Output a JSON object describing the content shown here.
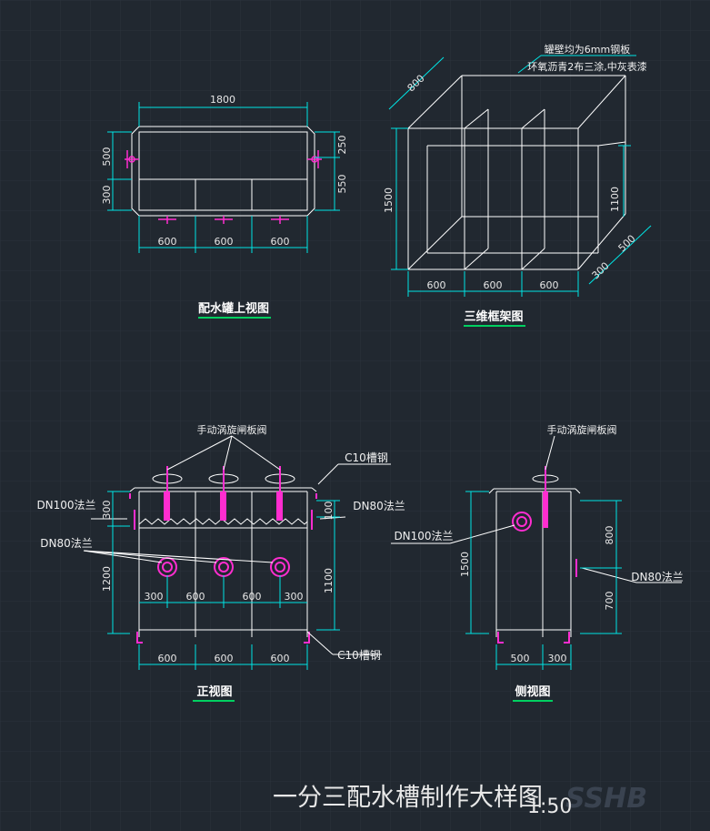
{
  "top_view": {
    "title": "配水罐上视图",
    "dims": {
      "total": "1800",
      "l500": "500",
      "l300": "300",
      "r250": "250",
      "r550": "550",
      "b1": "600",
      "b2": "600",
      "b3": "600"
    }
  },
  "iso_view": {
    "title": "三维框架图",
    "note_line1": "罐壁均为6mm钢板",
    "note_line2": "环氧沥青2布三涂,中灰表漆",
    "dims": {
      "d800": "800",
      "h1500": "1500",
      "h1100": "1100",
      "d500": "500",
      "d300": "300",
      "b1": "600",
      "b2": "600",
      "b3": "600"
    }
  },
  "front_view": {
    "title": "正视图",
    "labels": {
      "valve": "手动涡旋闸板阀",
      "c10_top": "C10槽钢",
      "c10_bottom": "C10槽钢",
      "dn100": "DN100法兰",
      "dn80_left": "DN80法兰",
      "dn80_right": "DN80法兰"
    },
    "dims": {
      "l300": "300",
      "l1200": "1200",
      "r100": "100",
      "r1100": "1100",
      "i300a": "300",
      "i600a": "600",
      "i600b": "600",
      "i300b": "300",
      "b1": "600",
      "b2": "600",
      "b3": "600"
    }
  },
  "side_view": {
    "title": "侧视图",
    "labels": {
      "valve": "手动涡旋闸板阀",
      "dn100": "DN100法兰",
      "dn80": "DN80法兰"
    },
    "dims": {
      "l1500": "1500",
      "r800": "800",
      "r700": "700",
      "b500": "500",
      "b300": "300"
    }
  },
  "main_title": "一分三配水槽制作大样图",
  "scale": "1:50",
  "watermark": "SSHB",
  "colors": {
    "background": "#212830",
    "grid": "#2a323c",
    "outline": "#ffffff",
    "dimension": "#00e5e5",
    "flange": "#ff2dd0",
    "title_underline": "#00d060"
  }
}
